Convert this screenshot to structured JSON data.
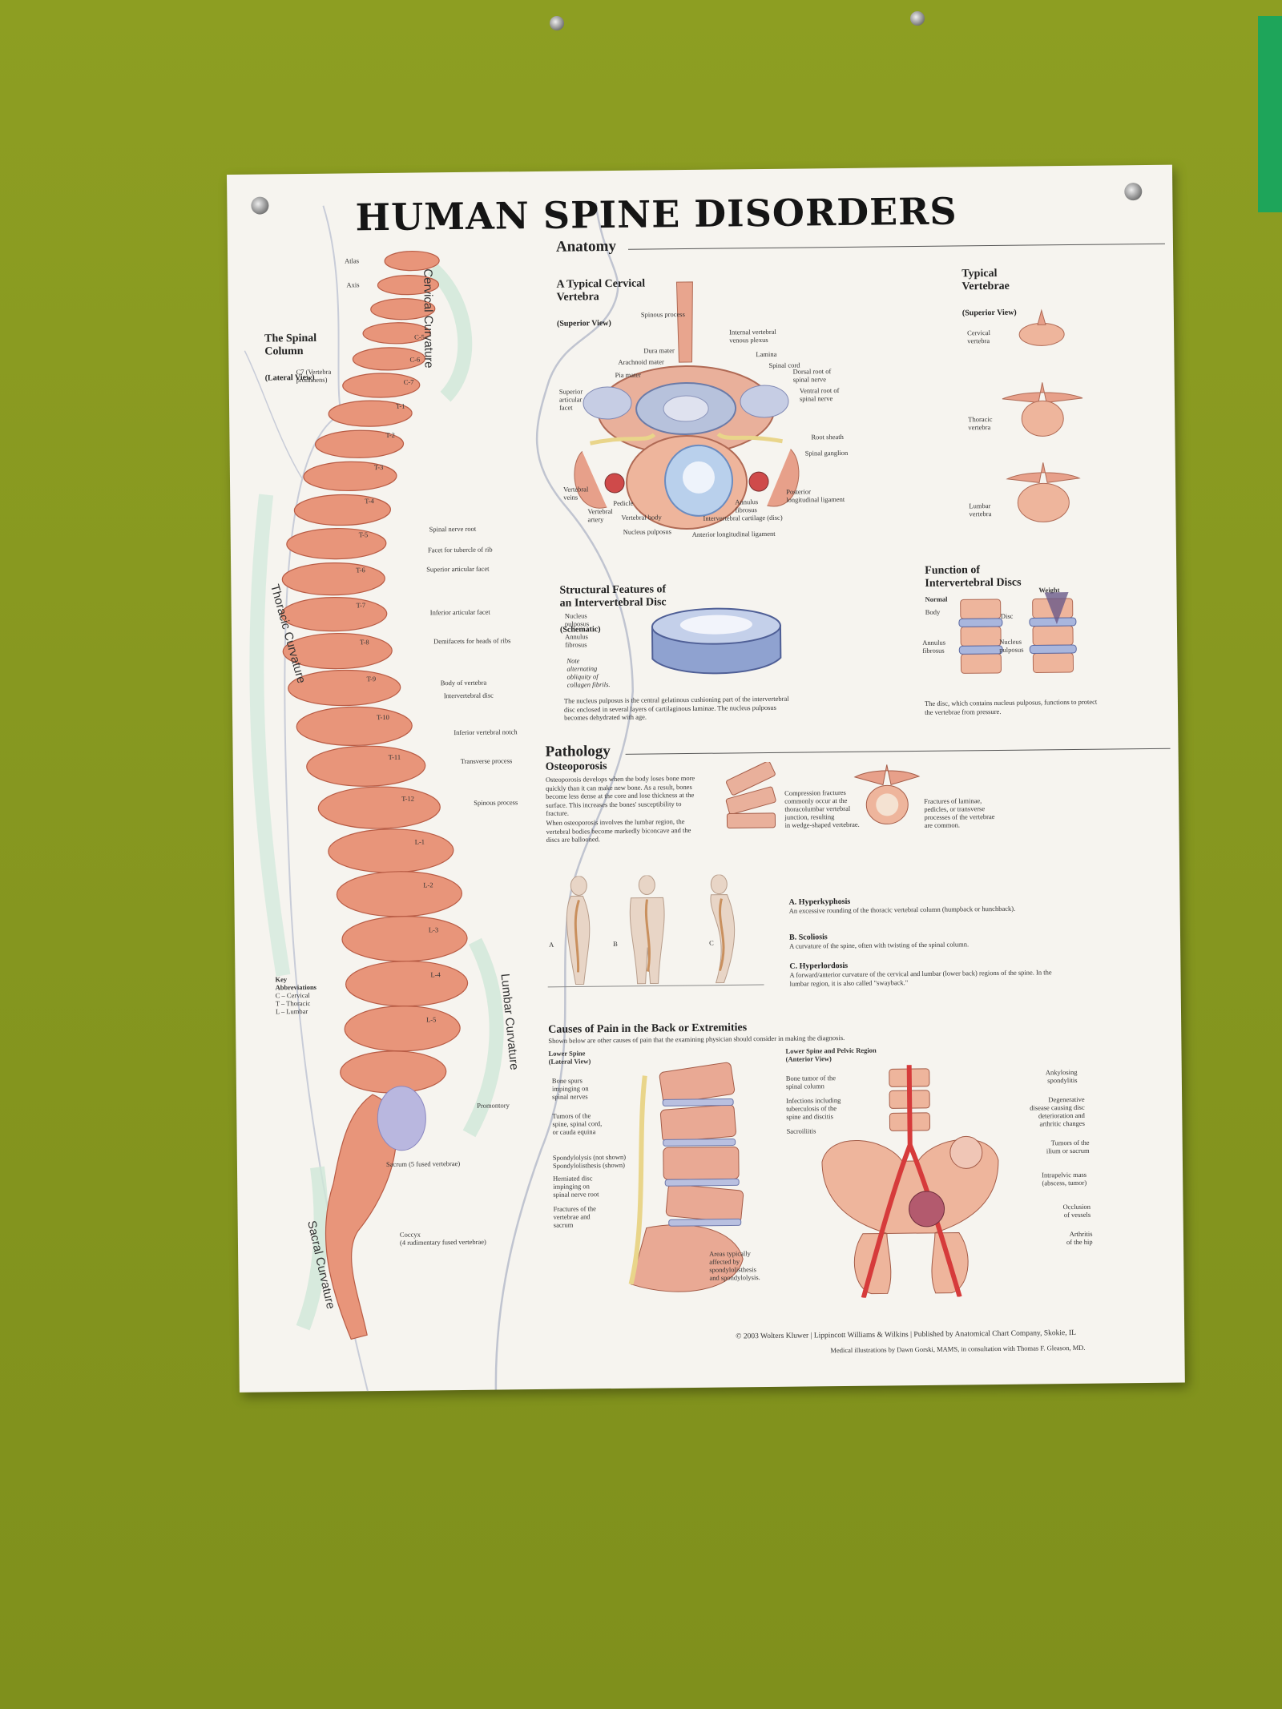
{
  "poster": {
    "title": "HUMAN SPINE DISORDERS",
    "spinal_column": {
      "heading": "The Spinal\nColumn",
      "view": "(Lateral View)",
      "curvatures": [
        "Cervical Curvature",
        "Thoracic Curvature",
        "Lumbar Curvature",
        "Sacral Curvature"
      ],
      "vertebra_labels": [
        "C-5",
        "C-6",
        "C-7",
        "T-1",
        "T-2",
        "T-3",
        "T-4",
        "T-5",
        "T-6",
        "T-7",
        "T-8",
        "T-9",
        "T-10",
        "T-11",
        "T-12",
        "L-1",
        "L-2",
        "L-3",
        "L-4",
        "L-5"
      ],
      "callouts": {
        "atlas": "Atlas",
        "axis": "Axis",
        "c7": "C7 (Vertebra\nprominens)",
        "spinal_nerve_root": "Spinal nerve root",
        "facet_tubercle": "Facet for tubercle of rib",
        "superior_facet": "Superior articular facet",
        "inferior_facet": "Inferior articular facet",
        "demifacets": "Demifacets for heads of ribs",
        "body": "Body of vertebra",
        "disc": "Intervertebral disc",
        "notch": "Inferior vertebral notch",
        "transverse": "Transverse process",
        "spinous": "Spinous process",
        "promontory": "Promontory",
        "sacrum": "Sacrum (5 fused vertebrae)",
        "coccyx": "Coccyx\n(4 rudimentary fused vertebrae)"
      },
      "key": {
        "heading": "Key\nAbbreviations",
        "items": [
          "C – Cervical",
          "T – Thoracic",
          "L – Lumbar"
        ]
      }
    },
    "anatomy": {
      "heading": "Anatomy",
      "cervical": {
        "heading": "A Typical Cervical\nVertebra",
        "view": "(Superior View)",
        "labels": {
          "spinous": "Spinous process",
          "venous": "Internal vertebral\nvenous plexus",
          "dura": "Dura mater",
          "lamina": "Lamina",
          "arachnoid": "Arachnoid mater",
          "cord": "Spinal cord",
          "pia": "Pia mater",
          "dorsal": "Dorsal root of\nspinal nerve",
          "sup_facet": "Superior\narticular\nfacet",
          "ventral": "Ventral root of\nspinal nerve",
          "root_sheath": "Root sheath",
          "ganglion": "Spinal ganglion",
          "veins": "Vertebral\nveins",
          "pedicle": "Pedicle",
          "annulus": "Annulus\nfibrosus",
          "post_lig": "Posterior\nlongitudinal ligament",
          "artery": "Vertebral\nartery",
          "vbody": "Vertebral body",
          "cartilage": "Intervertebral cartilage (disc)",
          "nucleus": "Nucleus pulposus",
          "ant_lig": "Anterior longitudinal ligament"
        }
      },
      "typical": {
        "heading": "Typical\nVertebrae",
        "view": "(Superior View)",
        "items": [
          "Cervical\nvertebra",
          "Thoracic\nvertebra",
          "Lumbar\nvertebra"
        ]
      },
      "structural": {
        "heading": "Structural Features of\nan Intervertebral Disc",
        "view": "(Schematic)",
        "labels": [
          "Nucleus\npulposus",
          "Annulus\nfibrosus"
        ],
        "note": "Note\nalternating\nobliquity of\ncollagen fibrils.",
        "text": "The nucleus pulposus is the central gelatinous cushioning part of the intervertebral disc enclosed in several layers of cartilaginous laminae. The nucleus pulposus becomes dehydrated with age."
      },
      "function": {
        "heading": "Function of\nIntervertebral Discs",
        "normal": "Normal",
        "weight": "Weight",
        "labels": [
          "Body",
          "Disc",
          "Annulus\nfibrosus",
          "Nucleus\npulposus"
        ],
        "text": "The disc, which contains nucleus pulposus, functions to protect the vertebrae from pressure."
      }
    },
    "pathology": {
      "heading": "Pathology",
      "osteo": {
        "heading": "Osteoporosis",
        "text1": "Osteoporosis develops when the body loses bone more quickly than it can make new bone. As a result, bones become less dense at the core and lose thickness at the surface. This increases the bones' susceptibility to fracture.",
        "text2": "When osteoporosis involves the lumbar region, the vertebral bodies become markedly biconcave and the discs are ballooned.",
        "compression": "Compression fractures\ncommonly occur at the\nthoracolumbar vertebral\njunction, resulting\nin wedge-shaped vertebrae.",
        "fractures": "Fractures of laminae,\npedicles, or transverse\nprocesses of the vertebrae\nare common."
      },
      "figure_letters": [
        "A",
        "B",
        "C"
      ],
      "conditions": [
        {
          "name": "A. Hyperkyphosis",
          "text": "An excessive rounding of the thoracic vertebral column (humpback or hunchback)."
        },
        {
          "name": "B. Scoliosis",
          "text": "A curvature of the spine, often with twisting of the spinal column."
        },
        {
          "name": "C. Hyperlordosis",
          "text": "A forward/anterior curvature of the cervical and lumbar (lower back) regions of the spine. In the lumbar region, it is also called \"swayback.\""
        }
      ]
    },
    "causes": {
      "heading": "Causes of Pain in the Back or Extremities",
      "subtext": "Shown below are other causes of pain that the examining physician should consider in making the diagnosis.",
      "lower_spine": {
        "heading": "Lower Spine\n(Lateral View)",
        "labels": [
          "Bone spurs\nimpinging on\nspinal nerves",
          "Tumors of the\nspine, spinal cord,\nor cauda equina",
          "Spondylolysis (not shown)\nSpondylolisthesis (shown)",
          "Herniated disc\nimpinging on\nspinal nerve root",
          "Fractures of the\nvertebrae and\nsacrum"
        ],
        "areas": "Areas typically\naffected by\nspondylolisthesis\nand spondylolysis."
      },
      "pelvic": {
        "heading": "Lower Spine and Pelvic Region\n(Anterior View)",
        "left_labels": [
          "Bone tumor of the\nspinal column",
          "Infections including\ntuberculosis of the\nspine and discitis",
          "Sacroiliitis"
        ],
        "right_labels": [
          "Ankylosing\nspondylitis",
          "Degenerative\ndisease causing disc\ndeterioration and\narthritic changes",
          "Tumors of the\nilium or sacrum",
          "Intrapelvic mass\n(abscess, tumor)",
          "Occlusion\nof vessels",
          "Arthritis\nof the hip"
        ]
      }
    },
    "footer": {
      "line1": "© 2003  Wolters Kluwer | Lippincott Williams & Wilkins  |  Published by Anatomical Chart Company, Skokie, IL",
      "line2": "Medical illustrations by Dawn Gorski, MAMS, in consultation with Thomas F. Gleason, MD."
    }
  }
}
